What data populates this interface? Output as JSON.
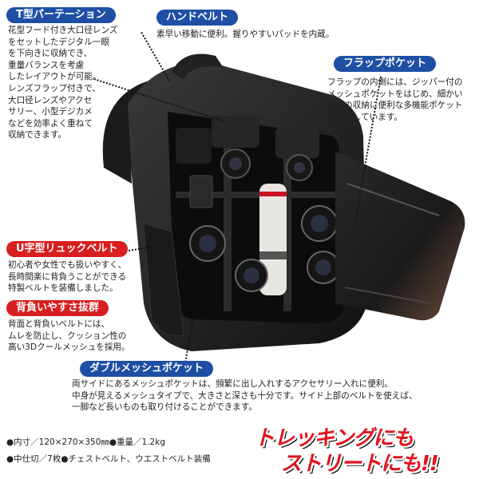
{
  "features": {
    "t_partition": {
      "title": "T型パーテーション",
      "text": "花型フード付き大口径レンズ\nをセットしたデジタル一眼\nを下向きに収納でき、\n重量バランスを考慮\nしたレイアウトが可能。\nレンズフラップ付きで、\n大口径レンズやアクセ\nサリー、小型デジカメ\nなどを効率よく重ねて\n収納できます。"
    },
    "hand_belt": {
      "title": "ハンドベルト",
      "text": "素早い移動に便利。握りやすいパッドを内蔵。"
    },
    "flap_pocket": {
      "title": "フラップポケット",
      "text": "フラップの内側には、ジッパー付の\nメッシュポケットをはじめ、細かい\n機材の収納に便利な多機能ポケット\nを装備しています。"
    },
    "u_belt": {
      "title": "U字型リュックベルト",
      "text": "初心者や女性でも扱いやすく、\n長時間楽に背負うことができる\n特製ベルトを装備しました。"
    },
    "comfort": {
      "title": "背負いやすさ抜群",
      "text": "背面と背負いベルトには、\nムレを防止し、クッション性の\n高い3Dクールメッシュを採用。"
    },
    "mesh_pocket": {
      "title": "ダブルメッシュポケット",
      "text": "両サイドにあるメッシュポケットは、頻繁に出し入れするアクセサリー入れに便利。\n中身が見えるメッシュタイプで、大きさと深さも十分です。サイド上部のベルトを使えば、\n一脚など長いものも取り付けることができます。"
    }
  },
  "specs": {
    "line1": "●内寸／120×270×350㎜●重量／1.2kg",
    "line2": "●中仕切／7枚●チェストベルト、ウエストベルト装備"
  },
  "slogan": {
    "line1": "トレッキングにも",
    "line2": "ストリートにも!!"
  },
  "colors": {
    "tag_blue": "#1f4fa5",
    "tag_red": "#d81e1e",
    "slogan_red": "#e0141e"
  }
}
